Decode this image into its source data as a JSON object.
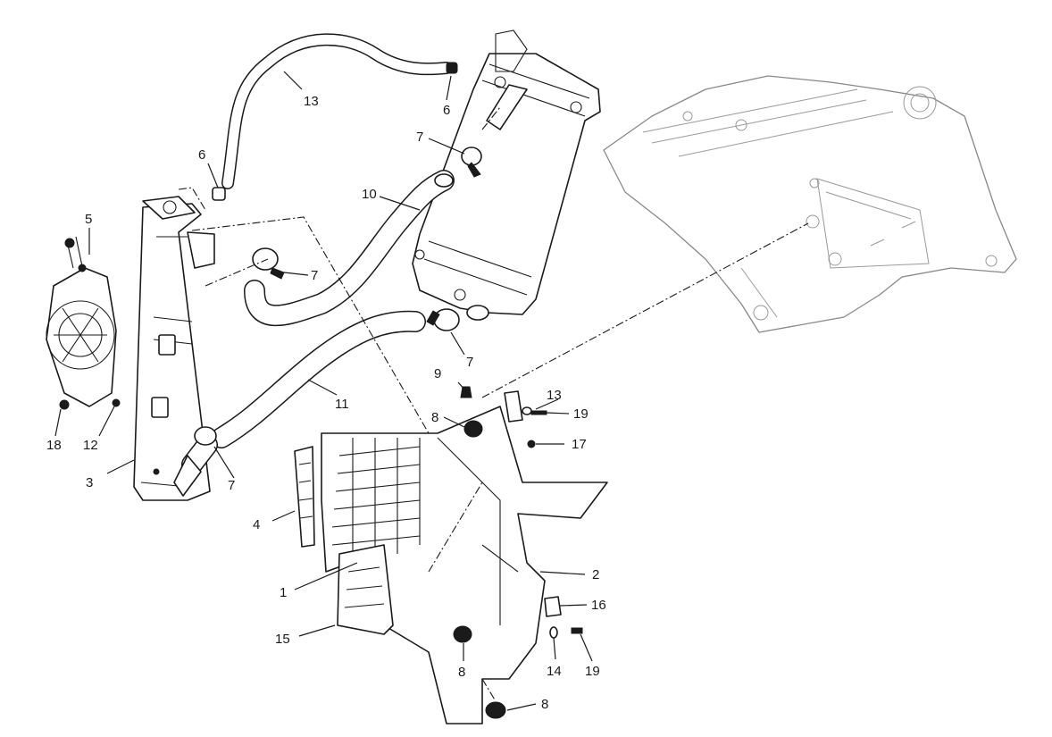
{
  "callouts": [
    {
      "id": "c1",
      "text": "1"
    },
    {
      "id": "c2",
      "text": "2"
    },
    {
      "id": "c3",
      "text": "3"
    },
    {
      "id": "c4",
      "text": "4"
    },
    {
      "id": "c5",
      "text": "5"
    },
    {
      "id": "c6a",
      "text": "6"
    },
    {
      "id": "c6b",
      "text": "6"
    },
    {
      "id": "c7a",
      "text": "7"
    },
    {
      "id": "c7b",
      "text": "7"
    },
    {
      "id": "c7c",
      "text": "7"
    },
    {
      "id": "c7d",
      "text": "7"
    },
    {
      "id": "c8a",
      "text": "8"
    },
    {
      "id": "c8b",
      "text": "8"
    },
    {
      "id": "c8c",
      "text": "8"
    },
    {
      "id": "c9",
      "text": "9"
    },
    {
      "id": "c10",
      "text": "10"
    },
    {
      "id": "c11",
      "text": "11"
    },
    {
      "id": "c12",
      "text": "12"
    },
    {
      "id": "c13a",
      "text": "13"
    },
    {
      "id": "c13b",
      "text": "13"
    },
    {
      "id": "c14",
      "text": "14"
    },
    {
      "id": "c15",
      "text": "15"
    },
    {
      "id": "c16",
      "text": "16"
    },
    {
      "id": "c17",
      "text": "17"
    },
    {
      "id": "c18",
      "text": "18"
    },
    {
      "id": "c19a",
      "text": "19"
    },
    {
      "id": "c19b",
      "text": "19"
    }
  ]
}
